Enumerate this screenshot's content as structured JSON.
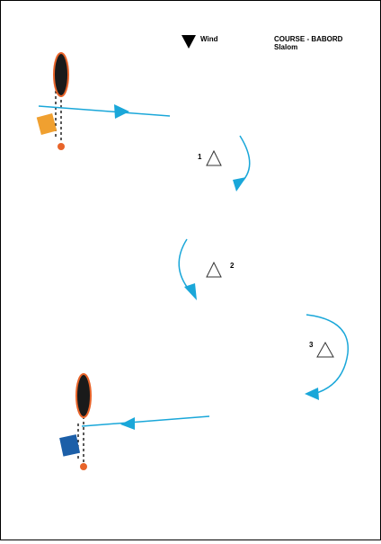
{
  "header": {
    "wind_label": "Wind",
    "course_title": "COURSE - BABORD",
    "course_subtitle": "Slalom"
  },
  "marks": [
    {
      "number": "1"
    },
    {
      "number": "2"
    },
    {
      "number": "3"
    }
  ],
  "colors": {
    "course_line": "#1aa7d9",
    "start_flag": "#f0a030",
    "finish_flag": "#1c5fa8",
    "committee_boat_fill": "#1a1a1a",
    "committee_boat_outline": "#e8642a",
    "pin_buoy": "#e8642a",
    "wind_arrow": "#000000"
  },
  "icons": {
    "wind": "wind-direction-triangle-icon",
    "start_flag": "orange-flag-icon",
    "finish_flag": "blue-flag-icon",
    "mark": "triangle-buoy-icon"
  }
}
